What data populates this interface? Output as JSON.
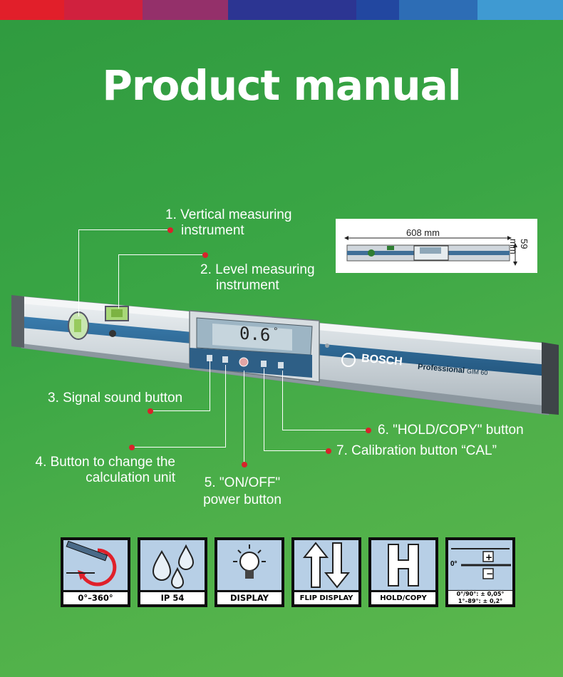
{
  "header": {
    "title": "Product manual",
    "stripe_colors": [
      "#d8232a",
      "#9b2a5b",
      "#35339a",
      "#1f3f95",
      "#2a63b0",
      "#2f86c8",
      "#45a4d8"
    ]
  },
  "callouts": [
    {
      "line1": "1. Vertical measuring",
      "line2": "instrument"
    },
    {
      "line1": "2. Level measuring",
      "line2": "instrument"
    },
    {
      "line1": "3. Signal sound button"
    },
    {
      "line1": "4. Button to change the",
      "line2": "calculation unit"
    },
    {
      "line1": "5. \"ON/OFF\"",
      "line2": "power button"
    },
    {
      "line1": "6. \"HOLD/COPY\" button"
    },
    {
      "line1": "7. Calibration button “CAL”"
    }
  ],
  "dimensions": {
    "length": "608 mm",
    "height": "59 mm"
  },
  "device": {
    "brand": "BOSCH",
    "model_prefix": "Professional",
    "model": "GIM 60",
    "display_reading": "0.6",
    "display_unit": "°"
  },
  "features": [
    {
      "label": "0°–360°",
      "icon": "rotation-icon"
    },
    {
      "label": "IP 54",
      "icon": "water-drops-icon"
    },
    {
      "label": "DISPLAY",
      "icon": "light-bulb-icon"
    },
    {
      "label": "FLIP DISPLAY",
      "icon": "flip-arrows-icon"
    },
    {
      "label": "HOLD/COPY",
      "icon": "hold-h-icon"
    },
    {
      "label_line1": "0°/90°: ± 0,05°",
      "label_line2": "1°–89°: ± 0,2°",
      "zero": "0°",
      "icon": "accuracy-icon"
    }
  ],
  "colors": {
    "accent_red": "#d8232a",
    "bosch_blue": "#2a6a9a",
    "background_green": "#3aa645"
  }
}
